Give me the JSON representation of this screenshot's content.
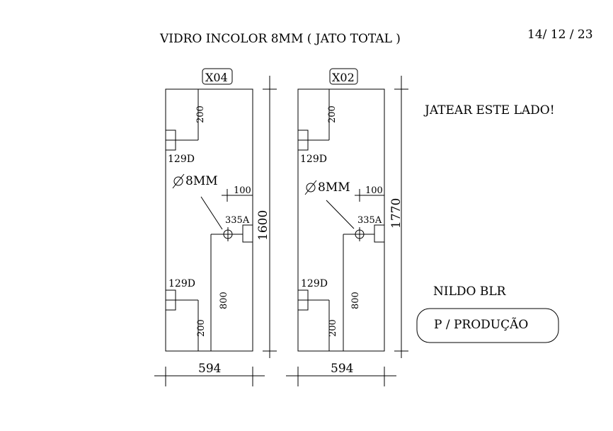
{
  "header": {
    "title": "VIDRO INCOLOR 8MM ( JATO TOTAL )",
    "date": "14/ 12 / 23"
  },
  "panels": [
    {
      "tag": "X04",
      "width": "594",
      "height": "1600",
      "top_dim": "200",
      "hinge_top": "129D",
      "hole": "8MM",
      "hole_dim": "100",
      "lock": "335A",
      "lock_height": "800",
      "hinge_bottom": "129D",
      "bottom_dim": "200"
    },
    {
      "tag": "X02",
      "width": "594",
      "height": "1770",
      "top_dim": "200",
      "hinge_top": "129D",
      "hole": "8MM",
      "hole_dim": "100",
      "lock": "335A",
      "lock_height": "800",
      "hinge_bottom": "129D",
      "bottom_dim": "200"
    }
  ],
  "notes": {
    "blast_side": "JATEAR  ESTE LADO!",
    "author": "NILDO BLR",
    "destination": "P / PRODUÇÃO"
  }
}
